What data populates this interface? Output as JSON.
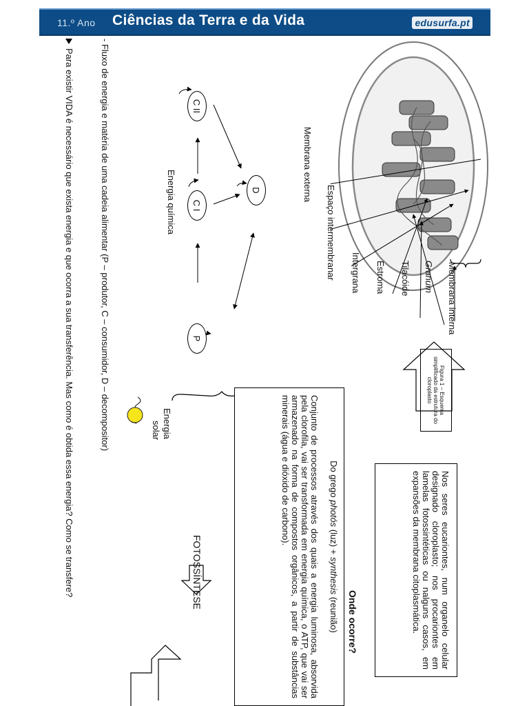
{
  "header": {
    "grade": "11.º Ano",
    "title": "Ciências da Terra e da Vida",
    "logo": "edusurfa.pt"
  },
  "intro": "Para existir VIDA é necessário que exista energia e que ocorra a sua transferência. Mas como é obtida essa energia? Como se transfere?",
  "flow_line": "- Fluxo de energia e matéria de uma cadeia alimentar (P – produtor, C – consumidor, D – decompositor)",
  "food_chain": {
    "solar_label_line1": "Energia",
    "solar_label_line2": "solar",
    "chem_label": "Energia química",
    "nodes": {
      "p": "P",
      "c1": "C I",
      "c2": "C II",
      "d": "D"
    }
  },
  "photosynthesis": {
    "title": "FOTOSSÍNTESE",
    "etymology_prefix": "Do grego ",
    "etymology_photos": "photós",
    "etymology_mid": " (luz) + ",
    "etymology_synthesis": "synthesis",
    "etymology_suffix": " (reunião)",
    "definition": "Conjunto de processos através dos quais a energia luminosa, absorvida pela clorofila, vai ser transformada em energia química, o ATP, que vai ser armazenado na forma de compostos orgânicos, a partir de substâncias minerais (água e dióxido de carbono).",
    "where_title": "Onde ocorre?",
    "where_text": "Nos seres eucariontes, num organelo celular designado cloroplasto; nos procariontes em lamelas fotossintéticas ou nalguns casos, em expansões da membrana citoplasmática."
  },
  "figure": {
    "caption": "Figura 1 – Esquema simplificado da estrutura do cloroplasto",
    "labels": {
      "outer": "Membrana externa",
      "intermembrane": "Espaço intermembranar",
      "intergrana": "Intergrana",
      "stroma": "Estroma",
      "thylakoid": "Tilacóide",
      "granum": "Granum",
      "inner": "Membrana interna"
    }
  }
}
